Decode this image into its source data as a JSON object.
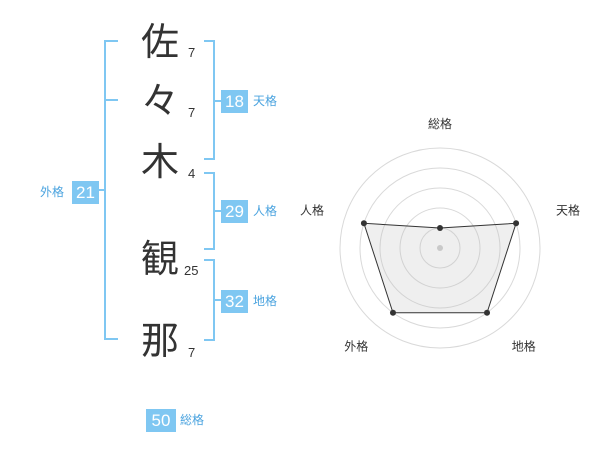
{
  "name_chars": [
    {
      "char": "佐",
      "strokes": "7"
    },
    {
      "char": "々",
      "strokes": "7"
    },
    {
      "char": "木",
      "strokes": "4"
    },
    {
      "char": "観",
      "strokes": "25"
    },
    {
      "char": "那",
      "strokes": "7"
    }
  ],
  "fortunes": {
    "tenkaku": {
      "value": "18",
      "label": "天格"
    },
    "jinkaku": {
      "value": "29",
      "label": "人格"
    },
    "chikaku": {
      "value": "32",
      "label": "地格"
    },
    "gaikaku": {
      "value": "21",
      "label": "外格"
    },
    "soukaku": {
      "value": "50",
      "label": "総格"
    }
  },
  "colors": {
    "accent": "#7fc7f2",
    "label": "#4aa3df",
    "text": "#333333"
  },
  "chart_data": {
    "type": "radar",
    "axes": [
      "総格",
      "天格",
      "地格",
      "外格",
      "人格"
    ],
    "values": [
      1,
      4,
      4,
      4,
      4
    ],
    "max": 5,
    "grid": true
  }
}
